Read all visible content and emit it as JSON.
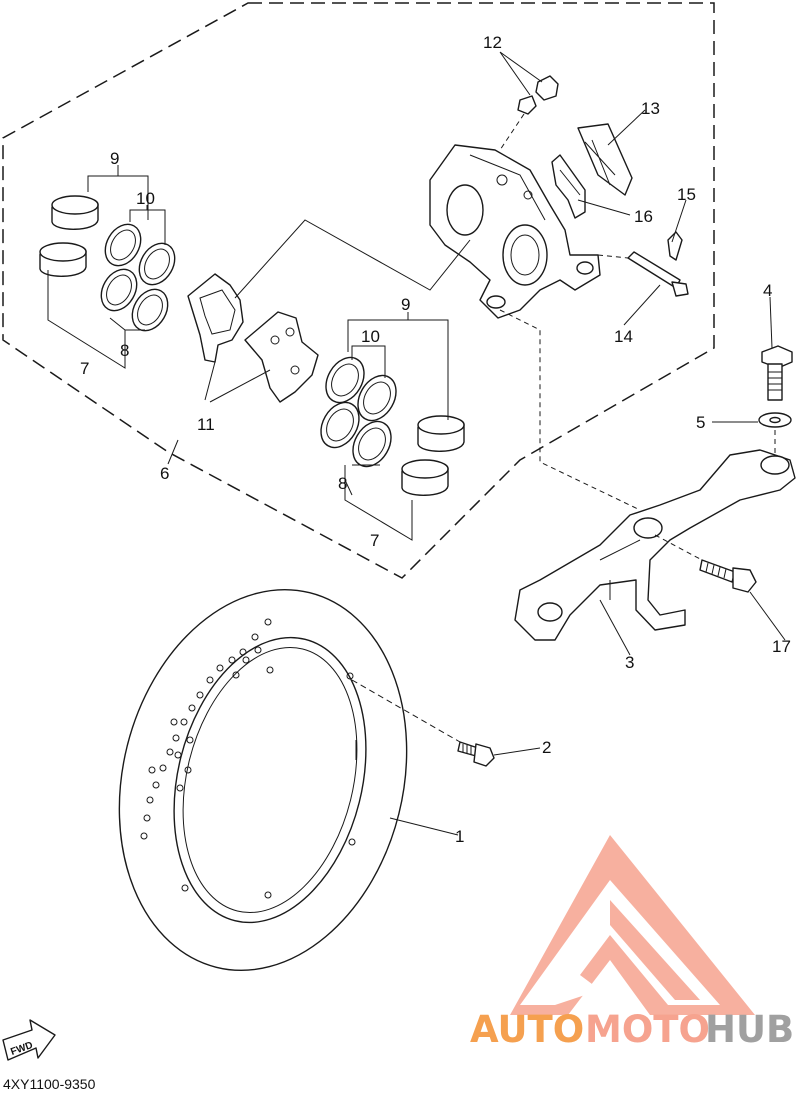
{
  "diagram": {
    "part_labels": [
      "1",
      "2",
      "3",
      "4",
      "5",
      "6",
      "7",
      "7",
      "8",
      "8",
      "9",
      "9",
      "10",
      "10",
      "11",
      "12",
      "13",
      "14",
      "15",
      "16",
      "17"
    ],
    "fwd_label": "FWD",
    "catalog_code": "4XY1100-9350"
  },
  "watermark": {
    "part1": "AUTO",
    "part2": "MOTO",
    "part3": "HUB",
    "color_light": "#f6a38f",
    "color_mid": "#f5a04f",
    "color_dark": "#a0a0a0"
  }
}
